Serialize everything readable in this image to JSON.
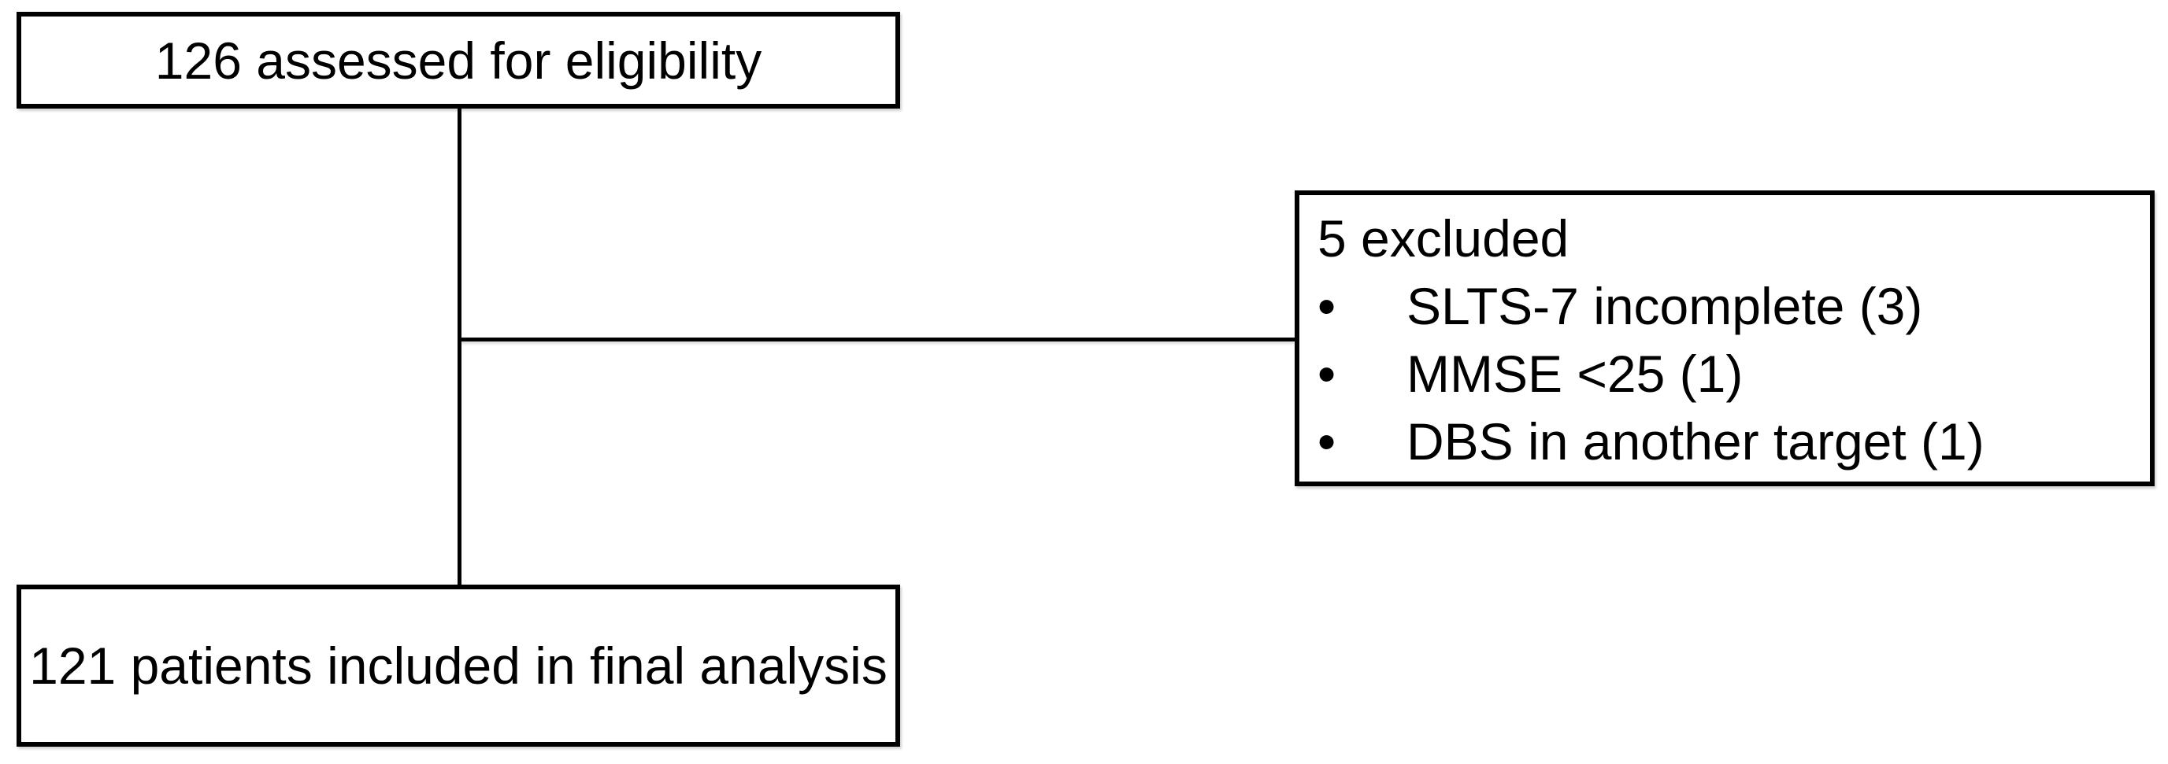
{
  "diagram": {
    "type": "patient-flow-chart",
    "colors": {
      "background": "#ffffff",
      "border": "#000000",
      "text": "#000000",
      "connector": "#000000"
    },
    "boxes": {
      "assessed": {
        "text": "126 assessed for eligibility"
      },
      "excluded": {
        "title": "5 excluded",
        "bullet": "•",
        "items": [
          "SLTS-7 incomplete (3)",
          "MMSE <25 (1)",
          "DBS in another target (1)"
        ]
      },
      "included": {
        "text": "121 patients included in final analysis"
      }
    }
  }
}
